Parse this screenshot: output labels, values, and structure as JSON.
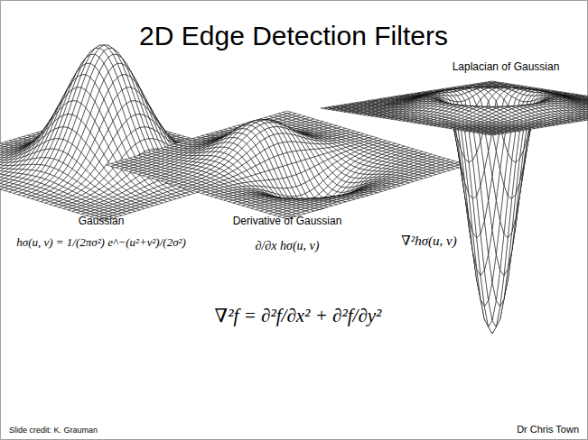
{
  "diagram": {
    "title": "2D Edge Detection Filters",
    "labels": [
      "Gaussian",
      "hσ(u, v) = 1/(2πσ²) e^−(u²+v²)/(2σ²)",
      "Derivative of Gaussian",
      "∂/∂x hσ(u, v)",
      "Laplacian of Gaussian",
      "∇²hσ(u, v)",
      "∇²f = ∂²f/∂x² + ∂²f/∂y²",
      "Slide credit: K. Grauman",
      "Dr Chris Town"
    ]
  }
}
